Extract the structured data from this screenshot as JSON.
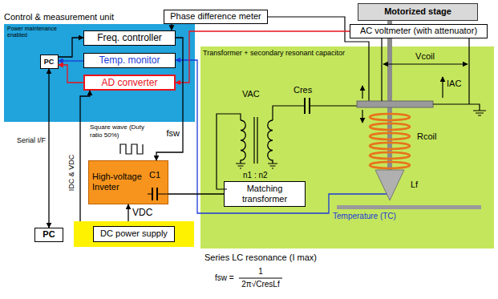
{
  "diagram": {
    "nodes": [
      {
        "text": [
          "Phase difference meter"
        ]
      },
      {
        "text": [
          "Motorized stage"
        ]
      },
      {
        "text": [
          "Control & measurement unit",
          "Power maintenance enabled"
        ]
      },
      {
        "text": [
          "PC"
        ],
        "in": 2
      },
      {
        "text": [
          "Freq. controller"
        ],
        "in": 2
      },
      {
        "text": [
          "Temp. monitor"
        ],
        "in": 2
      },
      {
        "text": [
          "AD converter"
        ],
        "in": 2
      },
      {
        "text": [
          "AC voltmeter (with attenuator)"
        ]
      },
      {
        "text": [
          "Transformer + secondary resonant capacitor"
        ]
      },
      {
        "text": [
          "Matching transformer"
        ],
        "in": 8
      },
      {
        "text": [
          "High-voltage Inveter"
        ]
      },
      {
        "text": [
          "DC power supply"
        ]
      },
      {
        "text": [
          "PC"
        ]
      }
    ],
    "edges": [
      {
        "from": 0,
        "to": 4,
        "arrow": "to"
      },
      {
        "from": 3,
        "to": 4,
        "arrow": "to"
      },
      {
        "from": 5,
        "to": 3,
        "arrow": "to"
      },
      {
        "from": 6,
        "to": 3,
        "arrow": "to"
      },
      {
        "from": 7,
        "to": 6,
        "arrow": "to"
      },
      {
        "from": 4,
        "to": 10,
        "arrow": "to",
        "label": "fsw"
      },
      {
        "from": 12,
        "to": 3,
        "arrow": "both",
        "label": "Serial I/F"
      },
      {
        "from": 11,
        "to": 10,
        "arrow": "to",
        "label": "VDC"
      },
      {
        "from": 11,
        "to": 6,
        "arrow": "to",
        "label": "IDC & VDC"
      },
      {
        "from": 10,
        "to": 9,
        "arrow": "none"
      }
    ],
    "labels": [
      "Square wave (Duty ratio 50%)",
      "C1",
      "VAC",
      "n1 : n2",
      "Cres",
      "Vcoil",
      "IAC",
      "Rcoil",
      "Lf",
      "Temperature (TC)",
      "Series LC resonance (I max)",
      "fsw =",
      "1",
      "2π√CresLf"
    ]
  }
}
